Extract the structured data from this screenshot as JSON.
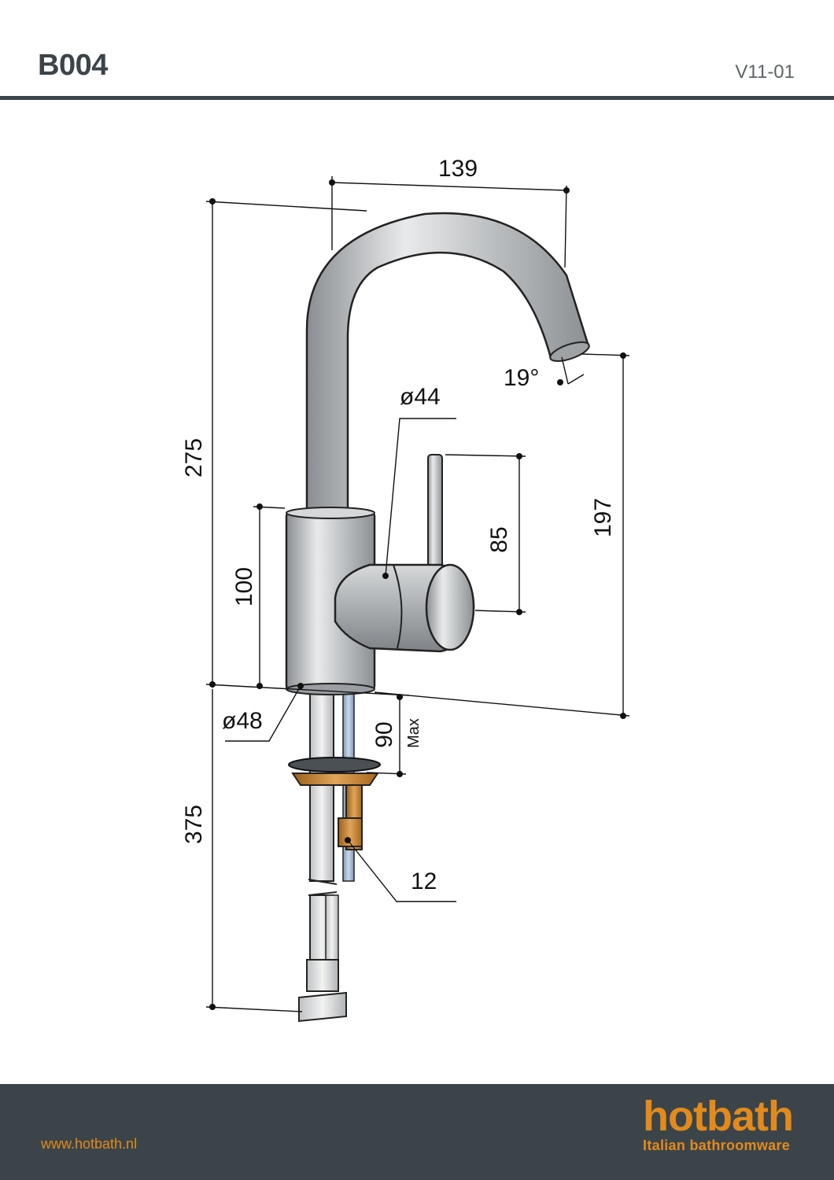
{
  "header": {
    "model": "B004",
    "version": "V11-01"
  },
  "dimensions": {
    "spout_reach": "139",
    "total_height": "275",
    "spout_height": "197",
    "spout_angle": "19°",
    "handle_diameter": "ø44",
    "lever_height": "85",
    "body_height": "100",
    "body_diameter": "ø48",
    "max_deck_thickness": "90",
    "max_label": "Max",
    "hose_length": "375",
    "fixing_rod": "12"
  },
  "footer": {
    "website": "www.hotbath.nl",
    "brand": "hotbath",
    "tagline": "Italian bathroomware"
  },
  "colors": {
    "dark": "#3b4449",
    "accent": "#e28a1c",
    "chrome": "#b7babd",
    "brass": "#c9862e",
    "blue_hose": "#9fb6d0"
  }
}
